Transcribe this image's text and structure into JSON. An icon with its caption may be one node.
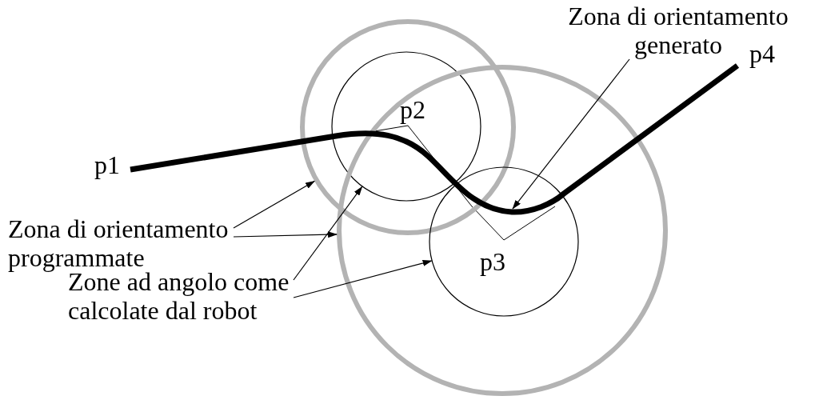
{
  "diagram": {
    "nodes": [
      {
        "text": [
          "Zona di orientamento generato"
        ]
      },
      {
        "text": [
          "Zona di orientamento programmate"
        ]
      },
      {
        "text": [
          "Zone ad angolo come calcolate dal robot"
        ]
      },
      {
        "text": [],
        "shape": "circle"
      },
      {
        "text": [],
        "shape": "circle"
      },
      {
        "text": [],
        "shape": "circle",
        "in": 3
      },
      {
        "text": [],
        "shape": "circle",
        "in": 4
      },
      {
        "text": [],
        "shape": "line"
      }
    ],
    "edges": [
      {
        "from": 0,
        "to": 7,
        "arrow": "to"
      },
      {
        "from": 1,
        "to": 3,
        "arrow": "to"
      },
      {
        "from": 1,
        "to": 4,
        "arrow": "to"
      },
      {
        "from": 2,
        "to": 5,
        "arrow": "to"
      },
      {
        "from": 2,
        "to": 6,
        "arrow": "to"
      }
    ],
    "labels": [
      "p1",
      "p2",
      "p3",
      "p4"
    ]
  }
}
